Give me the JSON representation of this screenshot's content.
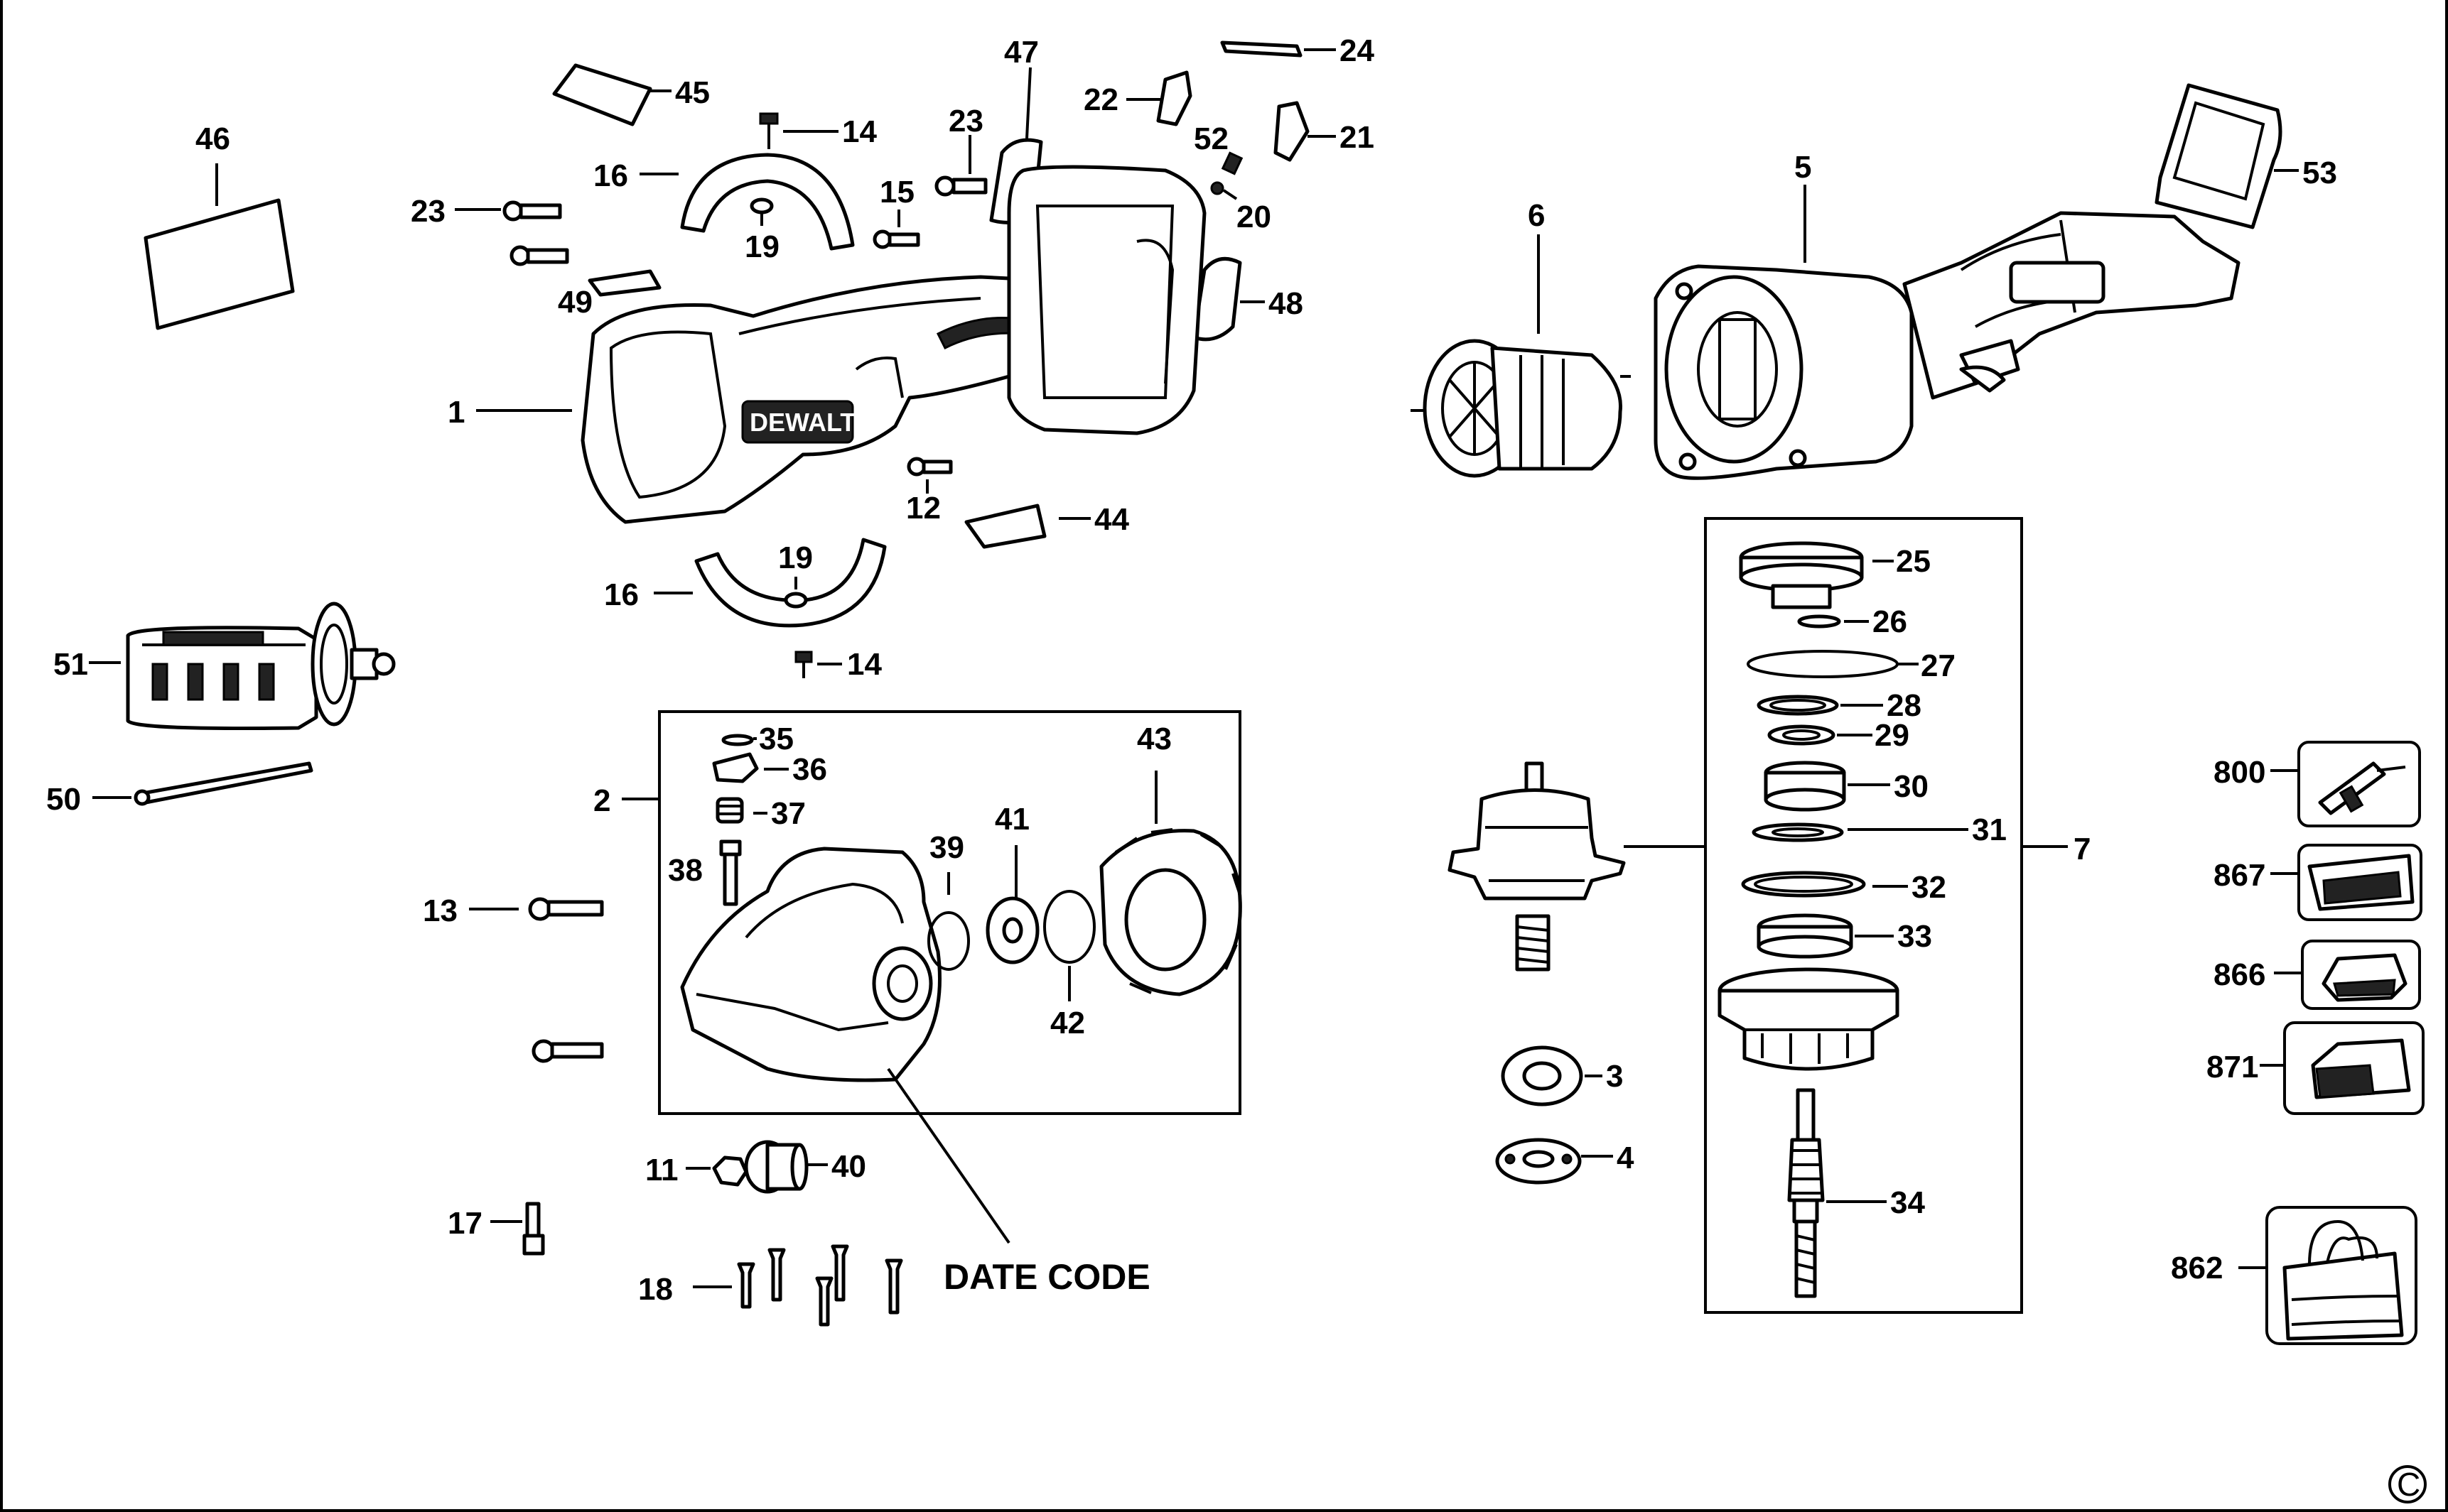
{
  "title": "",
  "callouts": {
    "c46": "46",
    "c45": "45",
    "c14a": "14",
    "c47": "47",
    "c24": "24",
    "c23a": "23",
    "c22": "22",
    "c21": "21",
    "c52": "52",
    "c20": "20",
    "c16a": "16",
    "c15": "15",
    "c23b": "23",
    "c19a": "19",
    "c49": "49",
    "c48": "48",
    "c1": "1",
    "c12": "12",
    "c44": "44",
    "c19b": "19",
    "c16b": "16",
    "c14b": "14",
    "c51": "51",
    "c50": "50",
    "c35": "35",
    "c36": "36",
    "c37": "37",
    "c2": "2",
    "c38": "38",
    "c39": "39",
    "c41": "41",
    "c43": "43",
    "c42": "42",
    "c13": "13",
    "c11": "11",
    "c40": "40",
    "c17": "17",
    "c18": "18",
    "c6": "6",
    "c5": "5",
    "c53": "53",
    "c25": "25",
    "c26": "26",
    "c27": "27",
    "c28": "28",
    "c29": "29",
    "c30": "30",
    "c31": "31",
    "c7": "7",
    "c32": "32",
    "c33": "33",
    "c3": "3",
    "c4": "4",
    "c34": "34",
    "c800": "800",
    "c867": "867",
    "c866": "866",
    "c871": "871",
    "c862": "862"
  },
  "date_code_label": "DATE CODE",
  "brand_mark": "DEWALT",
  "copyright_symbol": "C"
}
